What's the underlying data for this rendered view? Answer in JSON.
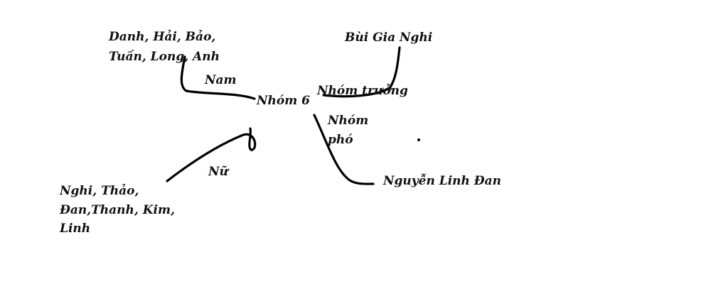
{
  "center": "Nhóm 6",
  "branches": {
    "nam": {
      "label": "Nam",
      "members_line1": "Danh, Hải, Bảo,",
      "members_line2": "Tuấn, Long, Anh"
    },
    "nhom_truong": {
      "label": "Nhóm trưởng",
      "member": "Bùi Gia Nghi"
    },
    "nhom_pho": {
      "label_line1": "Nhóm",
      "label_line2": "phó",
      "member": "Nguyễn Linh Đan"
    },
    "nu": {
      "label": "Nữ",
      "members_line1": "Nghi, Thảo,",
      "members_line2": "Đan,Thanh, Kim,",
      "members_line3": "Linh"
    }
  },
  "colors": {
    "ink": "#111111",
    "background": "#ffffff"
  }
}
